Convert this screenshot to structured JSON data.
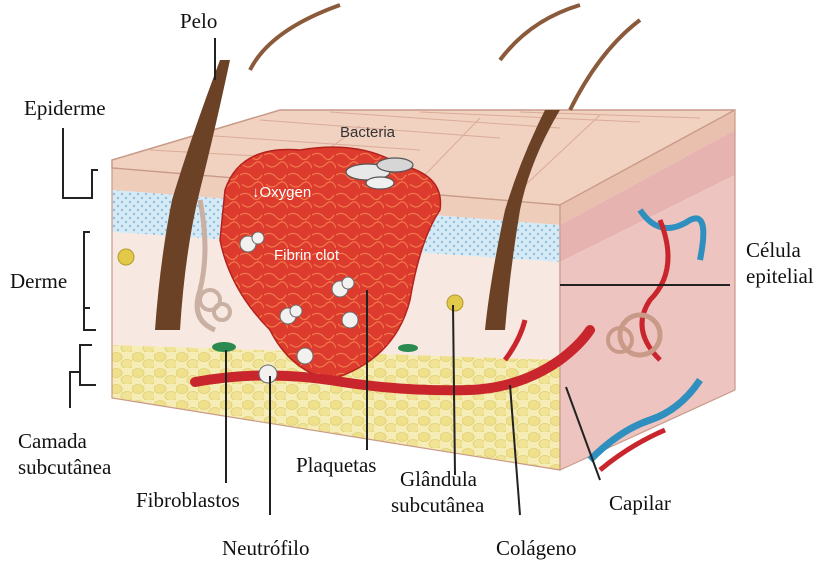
{
  "labels": {
    "pelo": "Pelo",
    "epiderme": "Epiderme",
    "derme": "Derme",
    "camada": {
      "line1": "Camada",
      "line2": "subcutânea"
    },
    "fibroblastos": "Fibroblastos",
    "neutrofilo": "Neutrófilo",
    "plaquetas": "Plaquetas",
    "glandula": {
      "line1": "Glândula",
      "line2": "subcutânea"
    },
    "colageno": "Colágeno",
    "capilar": "Capilar",
    "celula": {
      "line1": "Célula",
      "line2": "epitelial"
    }
  },
  "inner_labels": {
    "bacteria": "Bacteria",
    "oxygen": "↓Oxygen",
    "fibrin_clot": "Fibrin clot"
  },
  "colors": {
    "epidermis": "#f2d2c0",
    "dermis_blue": "#cfe6f3",
    "dermis": "#f6e6e0",
    "subcutaneous": "#f4eab0",
    "fat_cell": "#f0e190",
    "wound": "#d9312a",
    "hair": "#6b4226",
    "vessel": "#c8262c",
    "vessel_blue": "#2f8fbf"
  }
}
